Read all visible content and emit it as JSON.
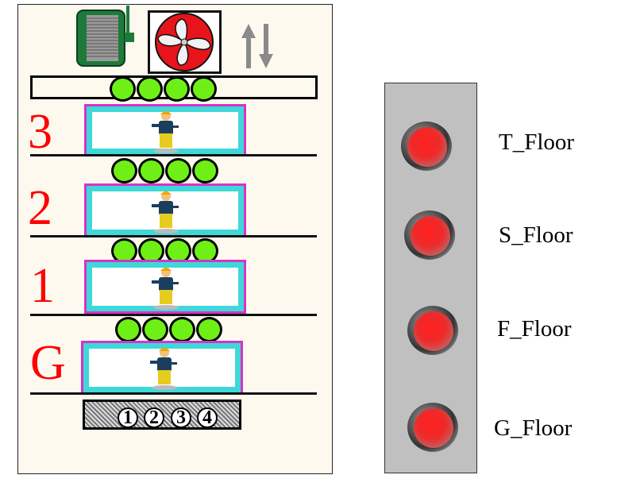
{
  "shaft": {
    "floor_labels": [
      "3",
      "2",
      "1",
      "G"
    ],
    "counter_numbers": [
      "1",
      "2",
      "3",
      "4"
    ]
  },
  "panel": {
    "buttons": [
      {
        "label": "T_Floor"
      },
      {
        "label": "S_Floor"
      },
      {
        "label": "F_Floor"
      },
      {
        "label": "G_Floor"
      }
    ]
  },
  "colors": {
    "floor_number": "#ff0000",
    "car_border": "#d633c8",
    "car_fill": "#3ed8d8",
    "indicator_ball": "#6ef016",
    "button_red": "#ee2a2a",
    "panel_bg": "#c0c0c0"
  },
  "icons": [
    "motor-icon",
    "fan-icon",
    "up-down-arrows-icon",
    "worker-icon"
  ]
}
